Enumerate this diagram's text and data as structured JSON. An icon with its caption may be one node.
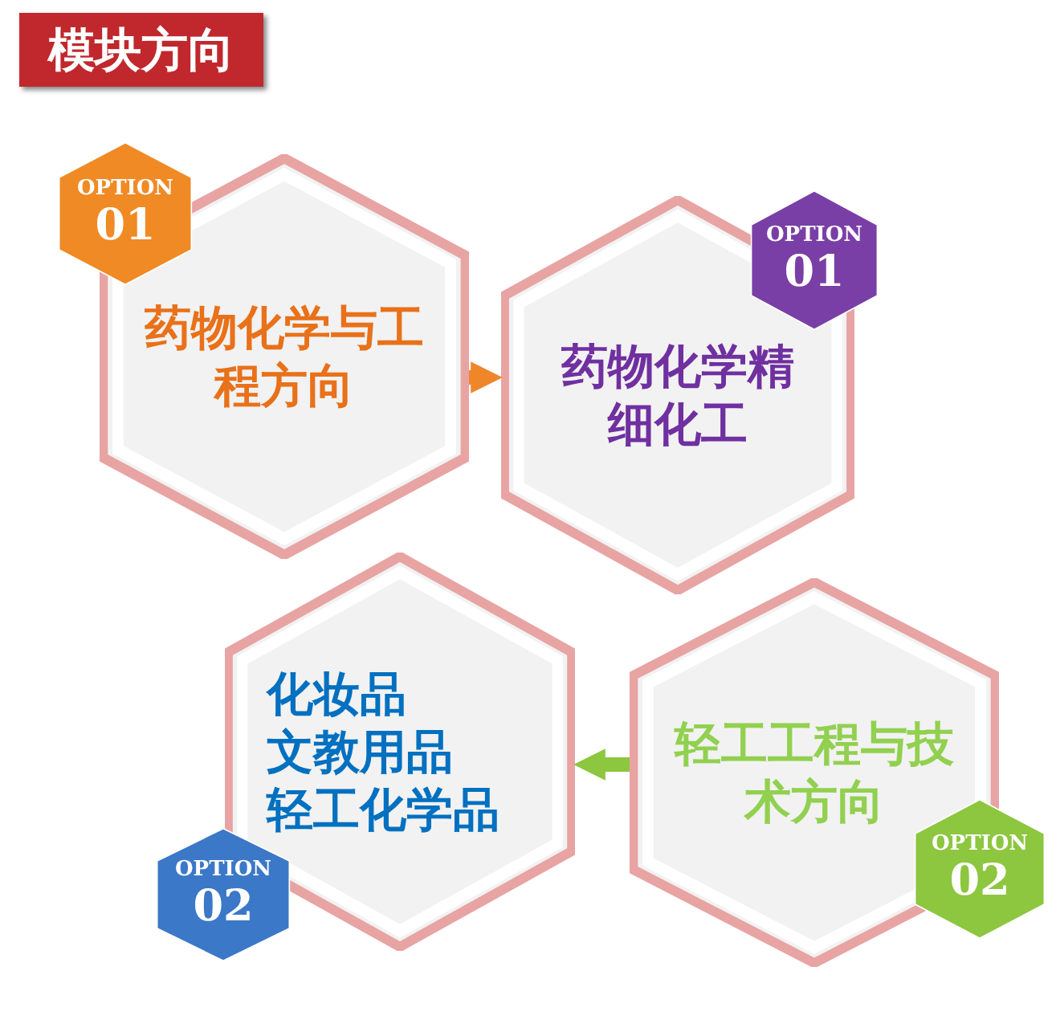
{
  "diagram": {
    "title": "模块方向",
    "nodes": [
      {
        "text": [
          "药物化学与工程方向"
        ]
      },
      {
        "text": [
          "OPTION",
          "01"
        ]
      },
      {
        "text": [
          "药物化学精细化工"
        ]
      },
      {
        "text": [
          "OPTION",
          "01"
        ]
      },
      {
        "text": [
          "化妆品",
          "文教用品",
          "轻工化学品"
        ]
      },
      {
        "text": [
          "轻工工程与技术方向"
        ]
      },
      {
        "text": [
          "OPTION",
          "02"
        ]
      },
      {
        "text": [
          "OPTION",
          "02"
        ]
      }
    ],
    "edges": [
      {
        "from": 0,
        "to": 2,
        "arrow": "to",
        "color": "#f0862a"
      },
      {
        "from": 5,
        "to": 4,
        "arrow": "to",
        "color": "#8dc63f"
      }
    ]
  }
}
